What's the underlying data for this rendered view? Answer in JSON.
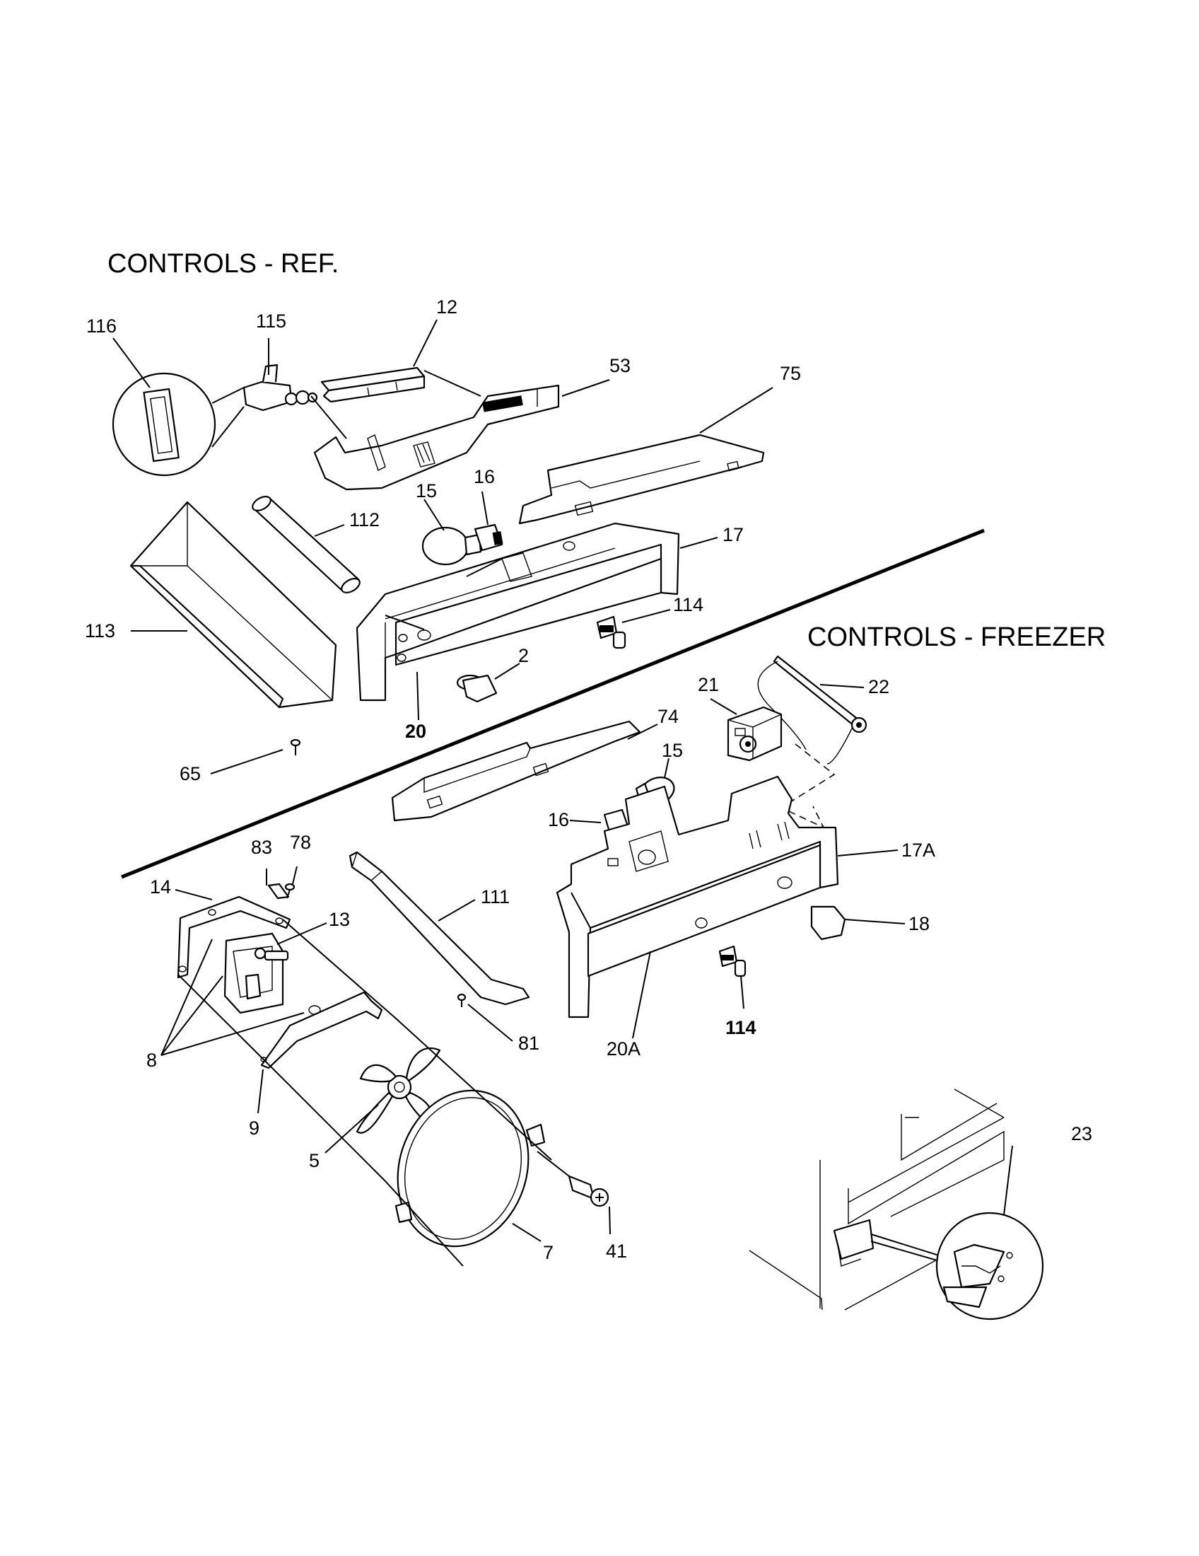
{
  "titles": {
    "ref": "CONTROLS - REF.",
    "freezer": "CONTROLS - FREEZER"
  },
  "labels": {
    "l116": "116",
    "l115": "115",
    "l12": "12",
    "l53": "53",
    "l75": "75",
    "l112": "112",
    "l15a": "15",
    "l16a": "16",
    "l17": "17",
    "l113": "113",
    "l114a": "114",
    "l2": "2",
    "l20": "20",
    "l65": "65",
    "l21": "21",
    "l22": "22",
    "l74": "74",
    "l15b": "15",
    "l16b": "16",
    "l17A": "17A",
    "l18": "18",
    "l114b": "114",
    "l20A": "20A",
    "l83": "83",
    "l78": "78",
    "l14": "14",
    "l13": "13",
    "l111": "111",
    "l8": "8",
    "l81": "81",
    "l9": "9",
    "l5": "5",
    "l7": "7",
    "l41": "41",
    "l23": "23"
  }
}
